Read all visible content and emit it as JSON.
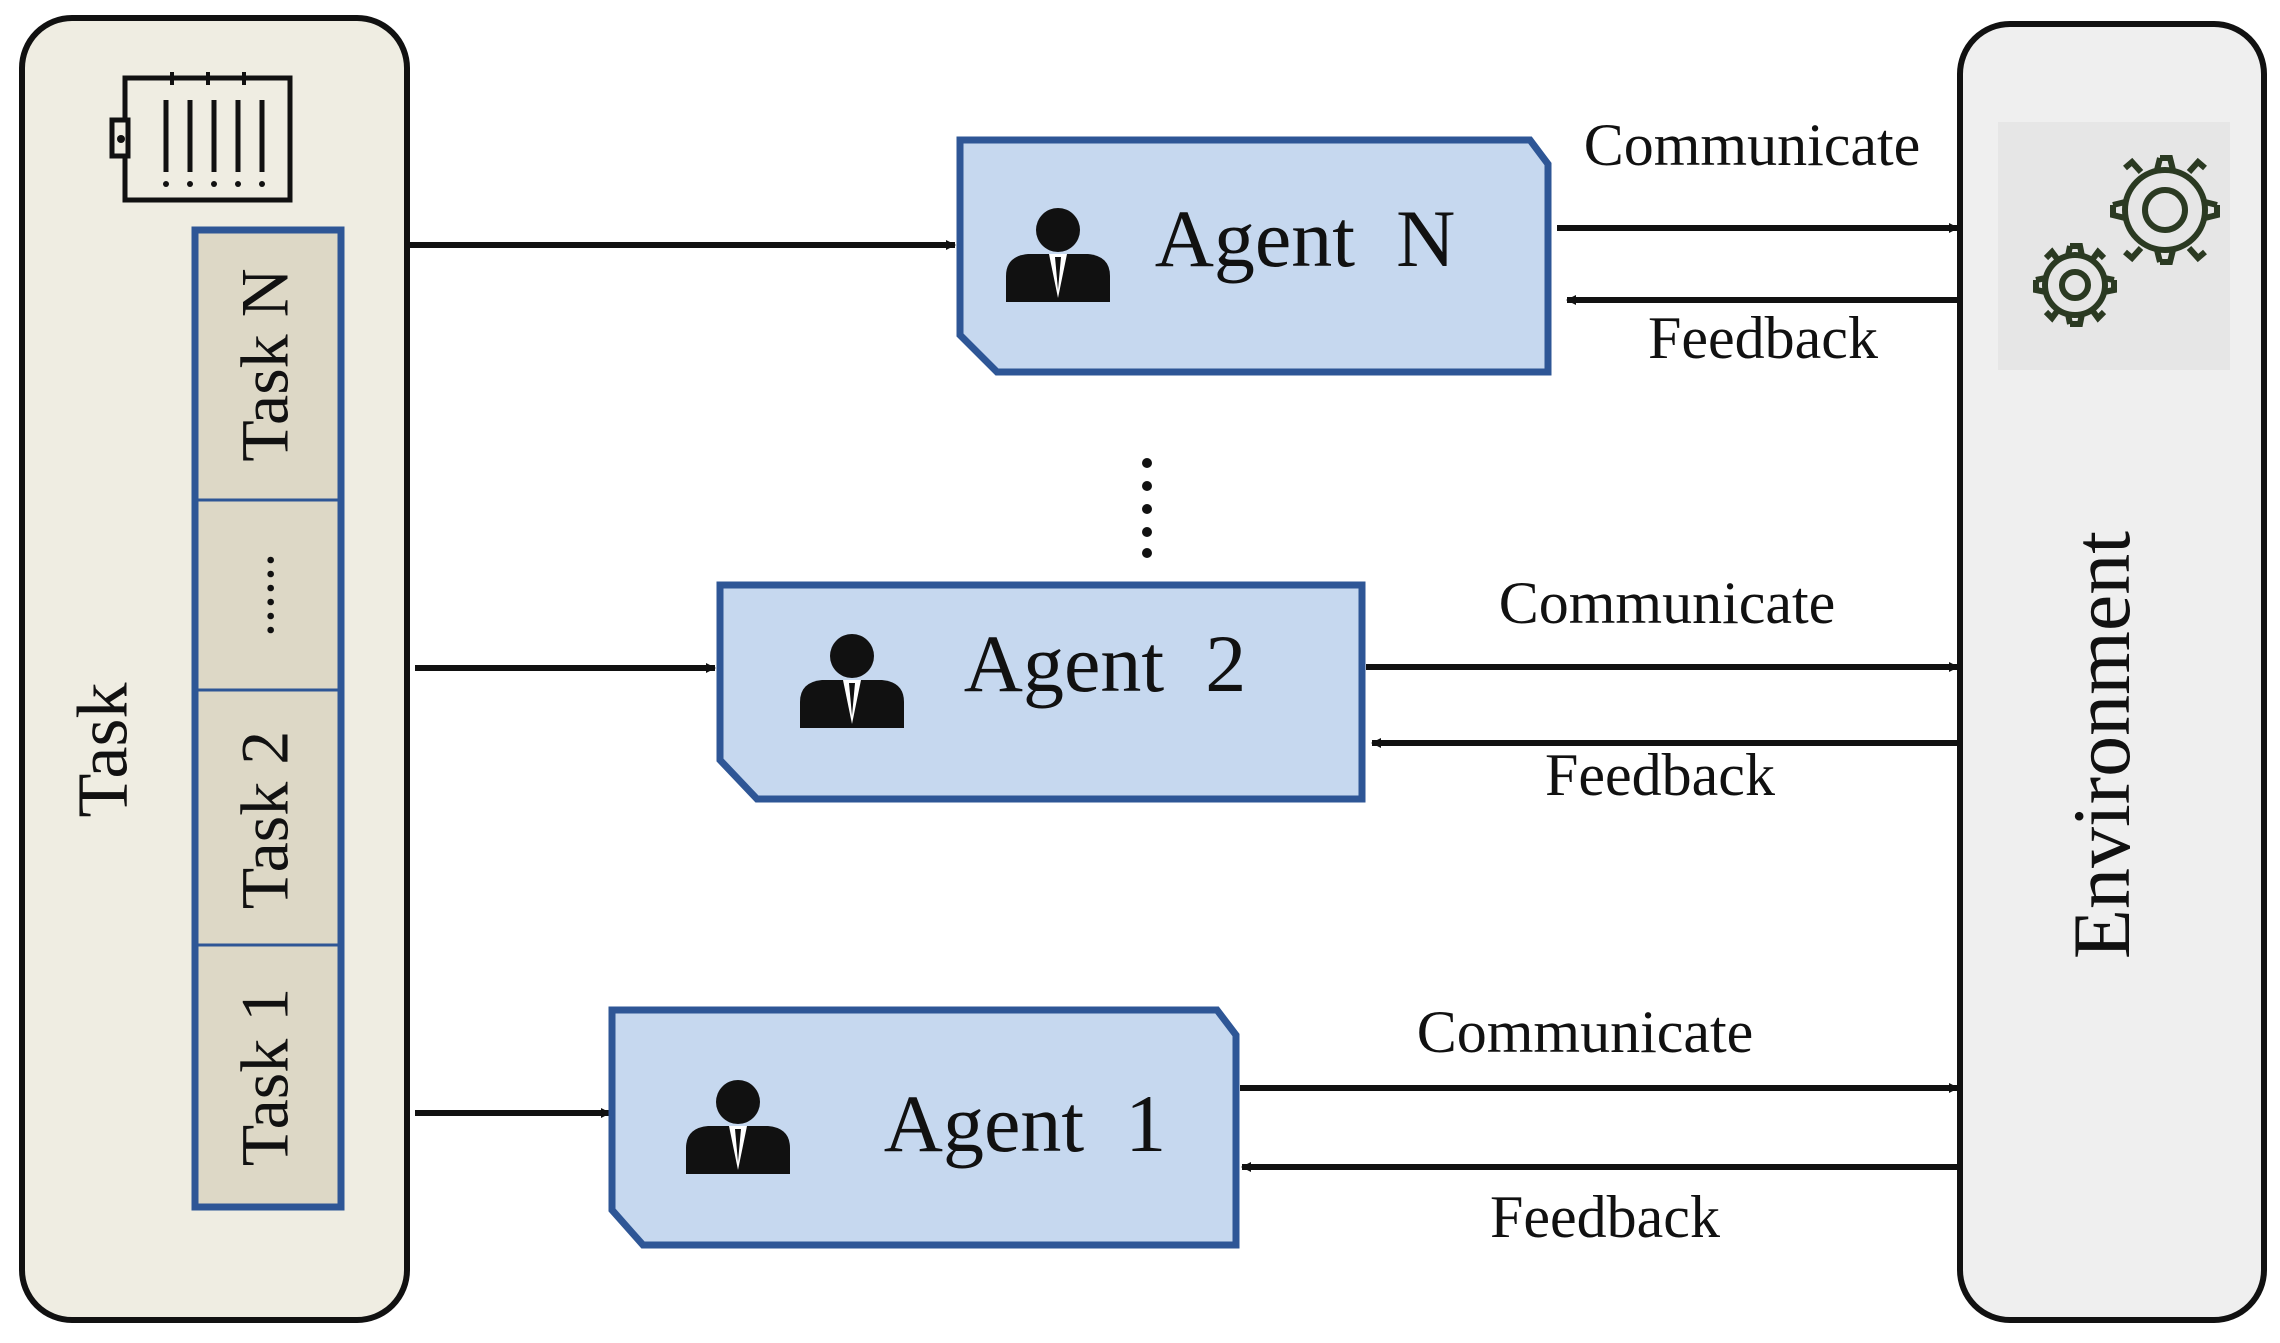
{
  "task_panel": {
    "label": "Task",
    "icon": "clipboard-icon",
    "queue": [
      "Task 1",
      "Task 2",
      "......",
      "Task N"
    ]
  },
  "agents": [
    {
      "label": "Agent  N",
      "icon": "person-icon"
    },
    {
      "label": "Agent  2",
      "icon": "person-icon"
    },
    {
      "label": "Agent  1",
      "icon": "person-icon"
    }
  ],
  "vertical_ellipsis": "⋮",
  "links": [
    {
      "communicate": "Communicate",
      "feedback": "Feedback"
    },
    {
      "communicate": "Communicate",
      "feedback": "Feedback"
    },
    {
      "communicate": "Communicate",
      "feedback": "Feedback"
    }
  ],
  "environment": {
    "label": "Environment",
    "icon": "gears-icon"
  },
  "colors": {
    "task_panel_fill": "#efede2",
    "queue_cell_fill": "#ddd8c6",
    "queue_border": "#2e5696",
    "agent_fill": "#c6d8ef",
    "agent_border": "#2e5696",
    "environment_fill": "#efefef",
    "gear_stroke": "#2b3a22",
    "line": "#111111"
  }
}
